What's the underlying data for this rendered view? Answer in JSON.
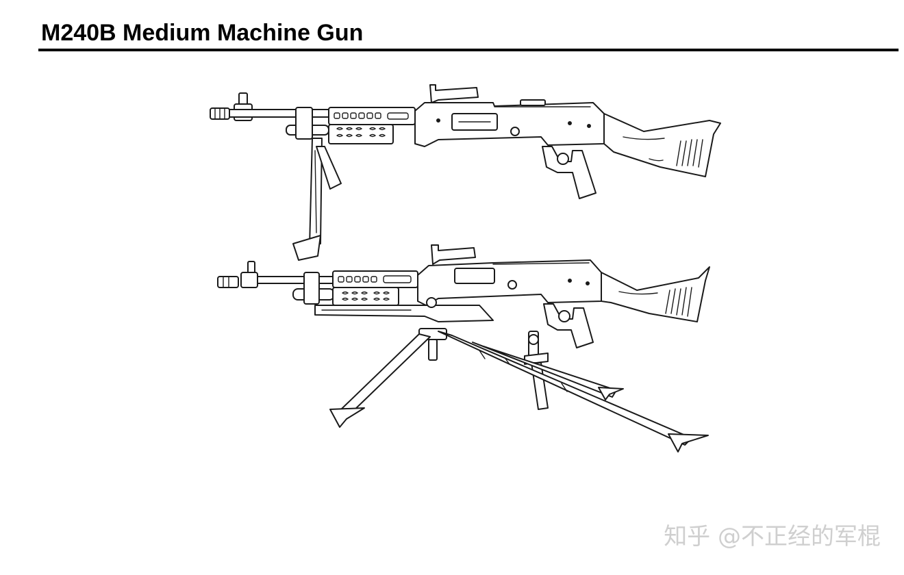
{
  "page": {
    "title": "M240B Medium Machine Gun"
  },
  "illustrations": [
    {
      "name": "gun-with-bipod-drawing"
    },
    {
      "name": "gun-on-tripod-drawing"
    }
  ],
  "watermark": {
    "text": "知乎 @不正经的军棍"
  }
}
